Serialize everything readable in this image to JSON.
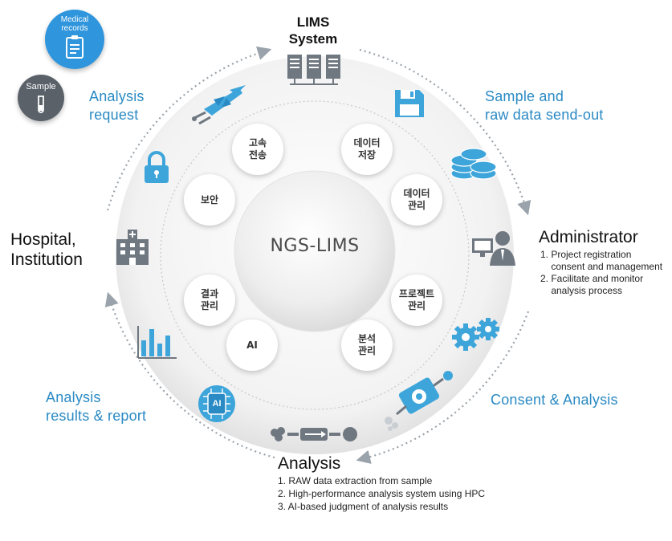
{
  "center": {
    "title": "NGS-LIMS"
  },
  "inner_nodes": [
    {
      "id": "high-speed-transfer",
      "label": "고속\n전송"
    },
    {
      "id": "data-storage",
      "label": "데이터\n저장"
    },
    {
      "id": "security",
      "label": "보안"
    },
    {
      "id": "data-management",
      "label": "데이터\n관리"
    },
    {
      "id": "result-management",
      "label": "결과\n관리"
    },
    {
      "id": "project-management",
      "label": "프로젝트\n관리"
    },
    {
      "id": "ai",
      "label": "AI"
    },
    {
      "id": "analysis-management",
      "label": "분석\n관리"
    }
  ],
  "badges": {
    "medical_records": "Medical\nrecords",
    "sample": "Sample",
    "ai_chip": "AI"
  },
  "lims": {
    "title": "LIMS\nSystem"
  },
  "hospital": {
    "title": "Hospital,\nInstitution"
  },
  "administrator": {
    "title": "Administrator",
    "items": [
      "1. Project registration\n    consent and management",
      "2. Facilitate and monitor\n    analysis process"
    ]
  },
  "analysis": {
    "title": "Analysis",
    "items": [
      "1. RAW data extraction from sample",
      "2. High-performance analysis system using HPC",
      "3. AI-based judgment of analysis results"
    ]
  },
  "flow_labels": {
    "analysis_request": "Analysis\nrequest",
    "sample_send_out": "Sample and\nraw data send-out",
    "consent_analysis": "Consent & Analysis",
    "results_report": "Analysis\nresults & report"
  },
  "colors": {
    "accent_blue": "#2a8ac4",
    "icon_blue": "#3ea5db",
    "icon_gray": "#6f7780"
  },
  "icons": [
    "medical-records-icon",
    "sample-tube-icon",
    "rocket-icon",
    "server-icon",
    "floppy-disk-icon",
    "lock-icon",
    "coin-stack-icon",
    "hospital-icon",
    "administrator-icon",
    "bar-chart-icon",
    "gears-icon",
    "ai-brain-icon",
    "pipeline-icon",
    "workflow-gear-icon"
  ]
}
